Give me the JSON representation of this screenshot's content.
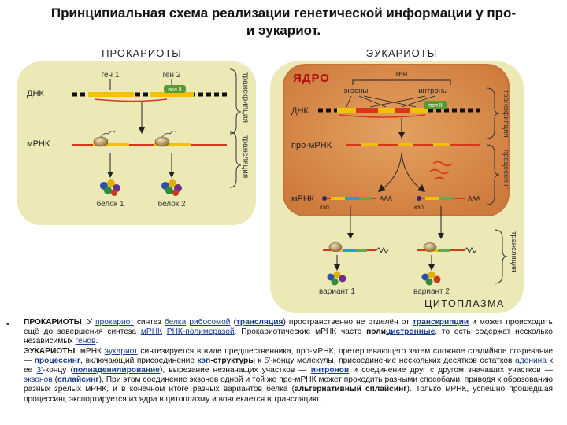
{
  "title": {
    "line1": "Принципиальная схема реализации генетической информации у про-",
    "line2": "и эукариот."
  },
  "prokaryotes": {
    "header": "ПРОКАРИОТЫ",
    "gene1": "ген 1",
    "gene2": "ген 2",
    "polymerase": "пол II",
    "dna": "ДНК",
    "mrna": "мРНК",
    "protein1": "белок 1",
    "protein2": "белок 2",
    "side_transcription": "транскрипция",
    "side_translation": "трансляция"
  },
  "eukaryotes": {
    "header": "ЭУКАРИОТЫ",
    "nucleus": "ЯДРО",
    "gene": "ген",
    "exons": "экзоны",
    "introns": "интроны",
    "polymerase": "пол II",
    "dna": "ДНК",
    "pre_mrna": "про-мРНК",
    "mrna": "мРНК",
    "cap1": "кэп",
    "cap2": "кэп",
    "polya1": "AAA",
    "polya2": "AAA",
    "variant1": "вариант 1",
    "variant2": "вариант 2",
    "cytoplasm": "ЦИТОПЛАЗМА",
    "side_transcription": "транскрипция",
    "side_processing": "процессинг",
    "side_translation": "трансляция"
  },
  "colors": {
    "outer_bg": "#ece9b6",
    "nucleus_bg": "#d98a45",
    "nucleus_border": "#c8703a",
    "dna": "#111111",
    "exon": "#f2c200",
    "intron": "#d8361b",
    "header_red": "#b01010",
    "polymerase": "#5a9a32"
  },
  "text": {
    "bullet": "•",
    "p1": [
      {
        "t": "ПРОКАРИОТЫ",
        "s": "b"
      },
      {
        "t": ". У "
      },
      {
        "t": "прокариот",
        "s": "lnk"
      },
      {
        "t": " синтез "
      },
      {
        "t": "белка",
        "s": "lnk"
      },
      {
        "t": " "
      },
      {
        "t": "рибосомой",
        "s": "lnk"
      },
      {
        "t": " ("
      },
      {
        "t": "трансляция",
        "s": "lnkb"
      },
      {
        "t": ") пространственно не отделён от "
      },
      {
        "t": "транскрипции",
        "s": "lnkb"
      },
      {
        "t": " и может происходить ещё до завершения синтеза "
      },
      {
        "t": "мРНК",
        "s": "lnk"
      },
      {
        "t": " "
      },
      {
        "t": "РНК-полимеразой",
        "s": "lnk"
      },
      {
        "t": ". Прокариотические мРНК часто "
      },
      {
        "t": "поли",
        "s": "b"
      },
      {
        "t": "цистронные",
        "s": "lnkb"
      },
      {
        "t": ", то есть содержат несколько независимых "
      },
      {
        "t": "генов",
        "s": "lnk"
      },
      {
        "t": "."
      }
    ],
    "p2": [
      {
        "t": "ЭУКАРИОТЫ",
        "s": "b"
      },
      {
        "t": ". мРНК "
      },
      {
        "t": "эукариот",
        "s": "lnk"
      },
      {
        "t": " синтезируется в виде предшественника, про-мРНК, претерпевающего затем сложное стадийное созревание — "
      },
      {
        "t": "процессинг",
        "s": "lnkb"
      },
      {
        "t": ", включающий присоединение "
      },
      {
        "t": "кэп",
        "s": "lnkb"
      },
      {
        "t": "-структуры",
        "s": "b"
      },
      {
        "t": " к "
      },
      {
        "t": "5'",
        "s": "lnk"
      },
      {
        "t": "-концу молекулы, присоединение нескольких десятков остатков "
      },
      {
        "t": "аденина",
        "s": "lnk"
      },
      {
        "t": " к ее "
      },
      {
        "t": "3'",
        "s": "lnk"
      },
      {
        "t": "-концу ("
      },
      {
        "t": "полиаденилирование",
        "s": "lnkb"
      },
      {
        "t": "), вырезание незначащих участков — "
      },
      {
        "t": "интронов",
        "s": "lnkb"
      },
      {
        "t": " и соединение друг с другом значащих участков — "
      },
      {
        "t": "экзонов",
        "s": "lnk"
      },
      {
        "t": " ("
      },
      {
        "t": "сплайсинг",
        "s": "lnkb"
      },
      {
        "t": "). При этом соединение экзонов одной и той же пре-мРНК может проходить разными способами, приводя к образованию разных зрелых мРНК, и в конечном итоге разных вариантов белка ("
      },
      {
        "t": "альтернативный сплайсинг",
        "s": "b"
      },
      {
        "t": "). Только мРНК, успешно прошедшая процессинг, экспортируется из ядра в цитоплазму и вовлекается в трансляцию."
      }
    ]
  }
}
